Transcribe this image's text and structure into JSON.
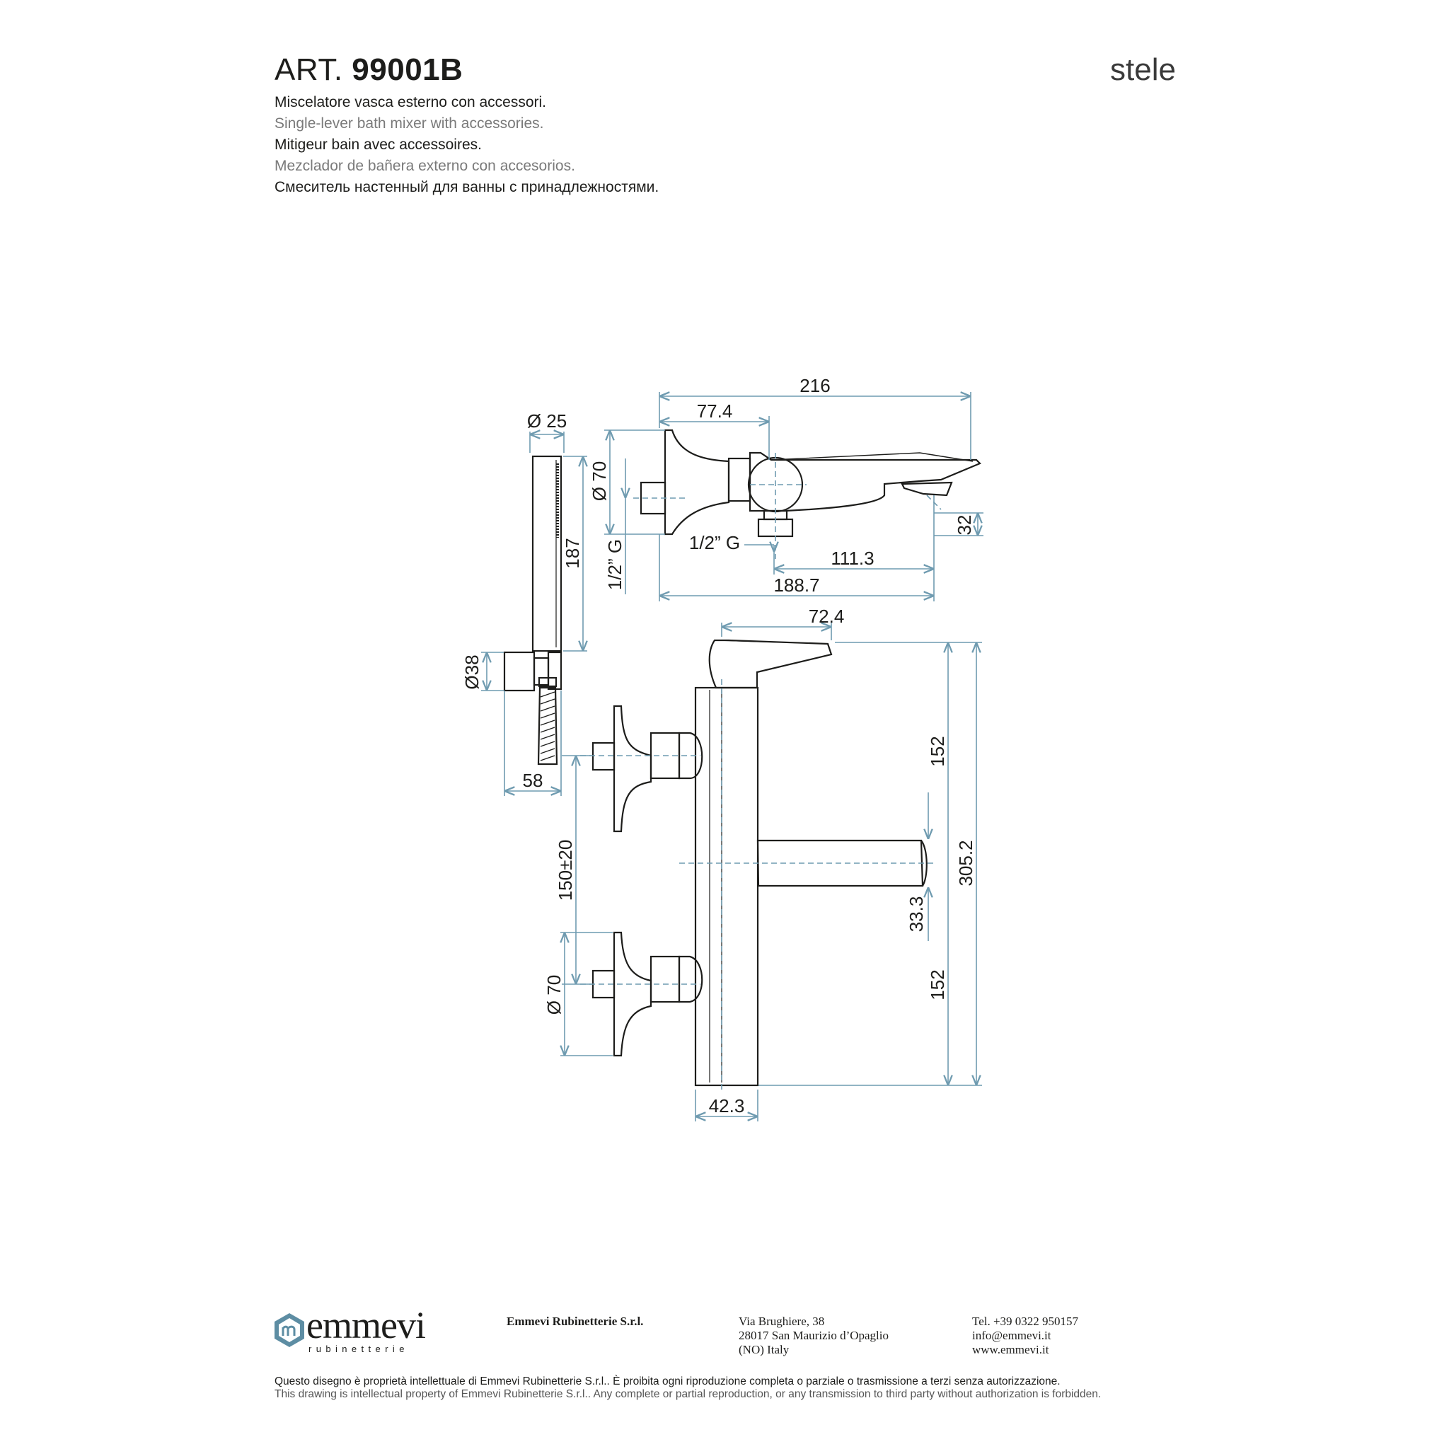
{
  "header": {
    "art_prefix": "ART.",
    "art_code": "99001B",
    "collection": "stele"
  },
  "descriptions": [
    "Miscelatore vasca esterno con accessori.",
    "Single-lever bath mixer with accessories.",
    "Mitigeur bain avec accessoires.",
    "Mezclador de bañera externo con accesorios.",
    "Смеситель настенный для ванны с принадлежностями."
  ],
  "dimensions": {
    "handshower_diameter": "Ø 25",
    "handshower_length": "187",
    "holder_diameter": "Ø38",
    "holder_projection": "58",
    "top_total_depth": "216",
    "top_lever_offset": "77.4",
    "top_flange_diameter": "Ø 70",
    "top_outlet_height": "32",
    "top_thread_left": "1/2” G",
    "top_thread_bottom": "1/2” G",
    "top_outlet_to_spout": "111.3",
    "top_wall_to_spout": "188.7",
    "front_lever_width": "72.4",
    "front_upper_half": "152",
    "front_total_height": "305.2",
    "front_centres": "150±20",
    "front_spout_height": "33.3",
    "front_lower_half": "152",
    "front_flange_diameter": "Ø 70",
    "front_body_width": "42.3"
  },
  "colors": {
    "dimension_line": "#6f9bb0",
    "outline": "#1d1d1b",
    "logo_accent": "#5d8da3"
  },
  "footer": {
    "logo_word": "emmevi",
    "logo_sub": "rubinetterie",
    "company": "Emmevi Rubinetterie S.r.l.",
    "address": [
      "Via Brughiere, 38",
      "28017 San Maurizio d’Opaglio",
      "(NO) Italy"
    ],
    "contact": [
      "Tel. +39 0322 950157",
      "info@emmevi.it",
      "www.emmevi.it"
    ],
    "legal_it": "Questo disegno è proprietà intellettuale di Emmevi Rubinetterie S.r.l.. È proibita ogni riproduzione completa o parziale o trasmissione a terzi senza autorizzazione.",
    "legal_en": "This drawing is intellectual property of Emmevi Rubinetterie S.r.l.. Any complete or partial reproduction, or any transmission to third party without authorization is forbidden."
  }
}
